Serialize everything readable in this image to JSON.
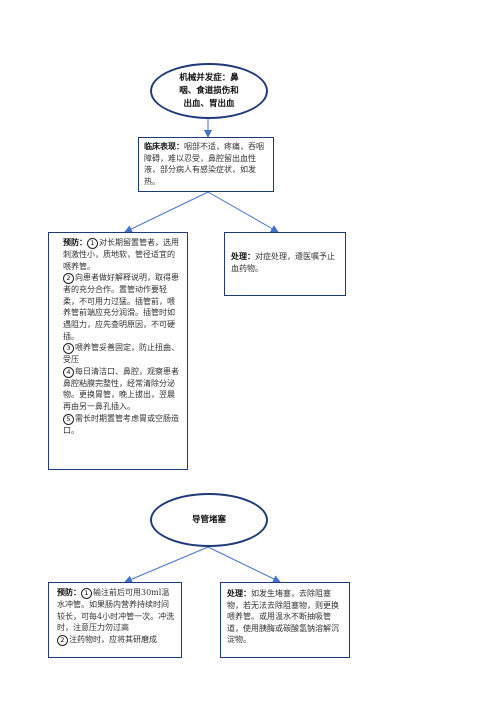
{
  "node1": {
    "title_lines": [
      "机械并发症：鼻",
      "咽、食道损伤和",
      "出血、胃出血"
    ]
  },
  "node2": {
    "label": "临床表现：",
    "text": "咽部不适，疼痛，吞咽障碍，难以忍受，鼻腔留出血性液，部分病人有感染症状，如发热。"
  },
  "node3": {
    "label": "预防：",
    "items": [
      {
        "num": "1",
        "text": "对长期留置管者，选用刺激性小，质地软，管径适宜的喂养管。"
      },
      {
        "num": "2",
        "text": "向患者做好解释说明，取得患者的充分合作。置管动作要轻柔，不可用力过猛。插管前，喂养管前端应充分润滑。插管时如遇阻力，应先查明原因，不可硬插。"
      },
      {
        "num": "3",
        "text": "喂养管妥善固定，防止扭曲、受压"
      },
      {
        "num": "4",
        "text": "每日清洁口、鼻腔，观察患者鼻腔粘膜完整性，经常清除分泌物。更换胃管，晚上拔出，翌晨再由另一鼻孔插入。"
      },
      {
        "num": "5",
        "text": "需长时期置管考虑胃或空肠造口。"
      }
    ]
  },
  "node4": {
    "label": "处理：",
    "text": "对症处理，遵医嘱予止血药物。"
  },
  "node5": {
    "title": "导管堵塞"
  },
  "node6": {
    "label": "预防：",
    "items": [
      {
        "num": "1",
        "text": "输注前后可用30ml温水冲管。如果肠内营养持续时间较长，可每4小时冲管一次。冲洗时，注意压力勿过高"
      },
      {
        "num": "2",
        "text": "注药物时，应将其研磨成"
      }
    ]
  },
  "node7": {
    "label": "处理：",
    "text": "如发生堵塞，去除阻塞物，若无法去除阻塞物，则更换喂养管。或用温水不断抽吸管道，使用胰酶或碳酸氢钠溶解沉淀物。"
  }
}
